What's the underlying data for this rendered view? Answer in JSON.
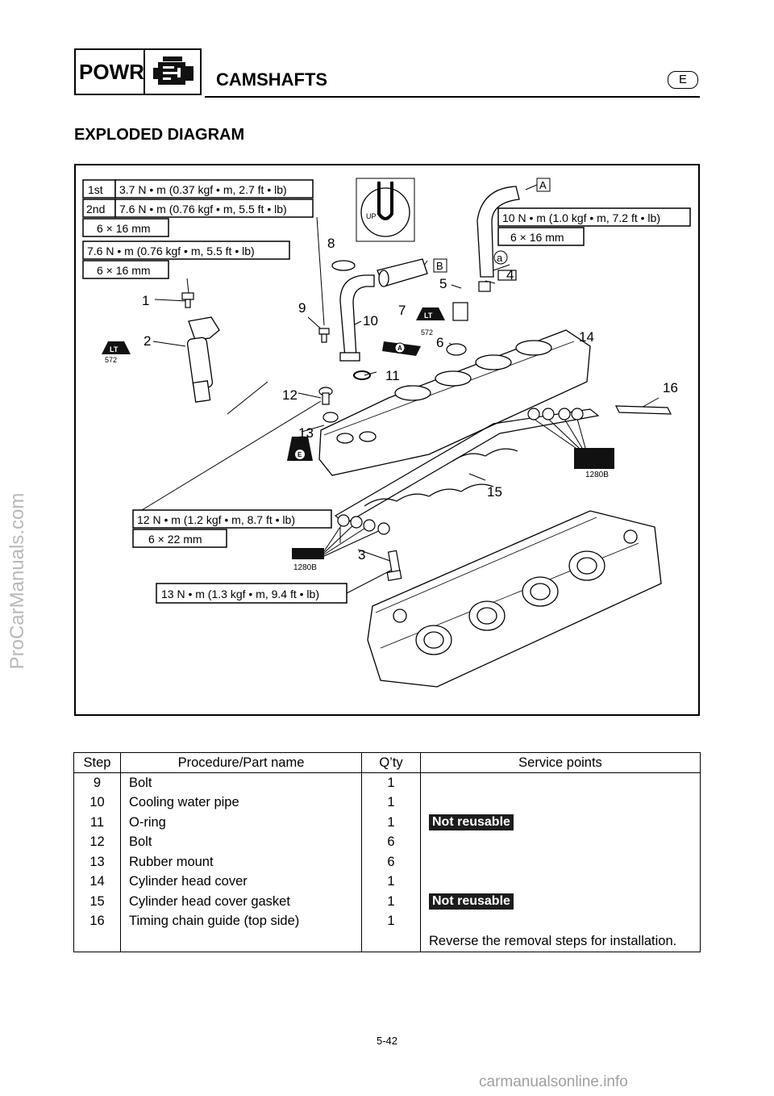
{
  "watermark_side": "ProCarManuals.com",
  "header": {
    "section_code": "POWR",
    "section_icon": "engine-icon",
    "title": "CAMSHAFTS",
    "language_badge": "E"
  },
  "section_title": "EXPLODED DIAGRAM",
  "diagram": {
    "torque_spec_1": {
      "first_label": "1st",
      "first_value": "3.7 N • m (0.37 kgf • m, 2.7 ft • lb)",
      "second_label": "2nd",
      "second_value": "7.6 N • m (0.76 kgf • m, 5.5 ft • lb)",
      "size": "6 × 16 mm"
    },
    "torque_spec_2": {
      "value": "7.6 N • m (0.76 kgf • m, 5.5 ft • lb)",
      "size": "6 × 16 mm"
    },
    "torque_spec_3": {
      "value": "10 N • m (1.0 kgf • m, 7.2 ft • lb)",
      "size": "6 × 16 mm"
    },
    "torque_spec_4": {
      "value": "12 N • m (1.2 kgf • m, 8.7 ft • lb)",
      "size": "6 × 22 mm"
    },
    "torque_spec_5": {
      "value": "13 N • m (1.3 kgf • m, 9.4 ft • lb)"
    },
    "callouts": [
      "1",
      "2",
      "3",
      "4",
      "5",
      "6",
      "7",
      "8",
      "9",
      "10",
      "11",
      "12",
      "13",
      "14",
      "15",
      "16"
    ],
    "letter_a": "A",
    "letter_b": "B",
    "letter_a_small": "a",
    "up_label": "UP",
    "lt_label": "LT",
    "lt_code": "572",
    "sealant_code": "1280B",
    "grease_label": "A",
    "oil_label": "E"
  },
  "table": {
    "headers": {
      "step": "Step",
      "name": "Procedure/Part name",
      "qty": "Q’ty",
      "service": "Service points"
    },
    "rows": [
      {
        "step": "9",
        "name": "Bolt",
        "qty": "1",
        "service": ""
      },
      {
        "step": "10",
        "name": "Cooling water pipe",
        "qty": "1",
        "service": ""
      },
      {
        "step": "11",
        "name": "O-ring",
        "qty": "1",
        "service": "Not reusable"
      },
      {
        "step": "12",
        "name": "Bolt",
        "qty": "6",
        "service": ""
      },
      {
        "step": "13",
        "name": "Rubber mount",
        "qty": "6",
        "service": ""
      },
      {
        "step": "14",
        "name": "Cylinder head cover",
        "qty": "1",
        "service": ""
      },
      {
        "step": "15",
        "name": "Cylinder head cover gasket",
        "qty": "1",
        "service": "Not reusable"
      },
      {
        "step": "16",
        "name": "Timing chain guide (top side)",
        "qty": "1",
        "service": ""
      },
      {
        "step": "",
        "name": "",
        "qty": "",
        "service": "Reverse the removal steps for installation."
      }
    ]
  },
  "page_number": "5-42",
  "footer_watermark": "carmanualsonline.info"
}
